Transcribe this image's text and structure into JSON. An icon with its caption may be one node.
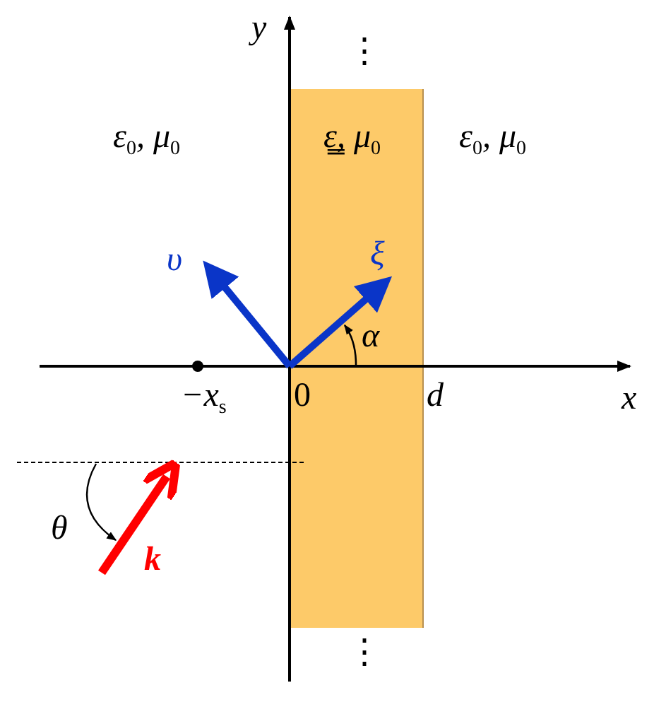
{
  "diagram": {
    "nodes": [
      {
        "text": [
          "ε̳, μ$_{0}$"
        ]
      }
    ],
    "labels": [
      "y",
      "⋮",
      "ε$_{0}$, μ$_{0}$",
      "ε$_{0}$, μ$_{0}$",
      "υ",
      "ξ",
      "α",
      "−x$_{s}$",
      "0",
      "d",
      "x",
      "θ",
      "k",
      "⋮"
    ]
  }
}
